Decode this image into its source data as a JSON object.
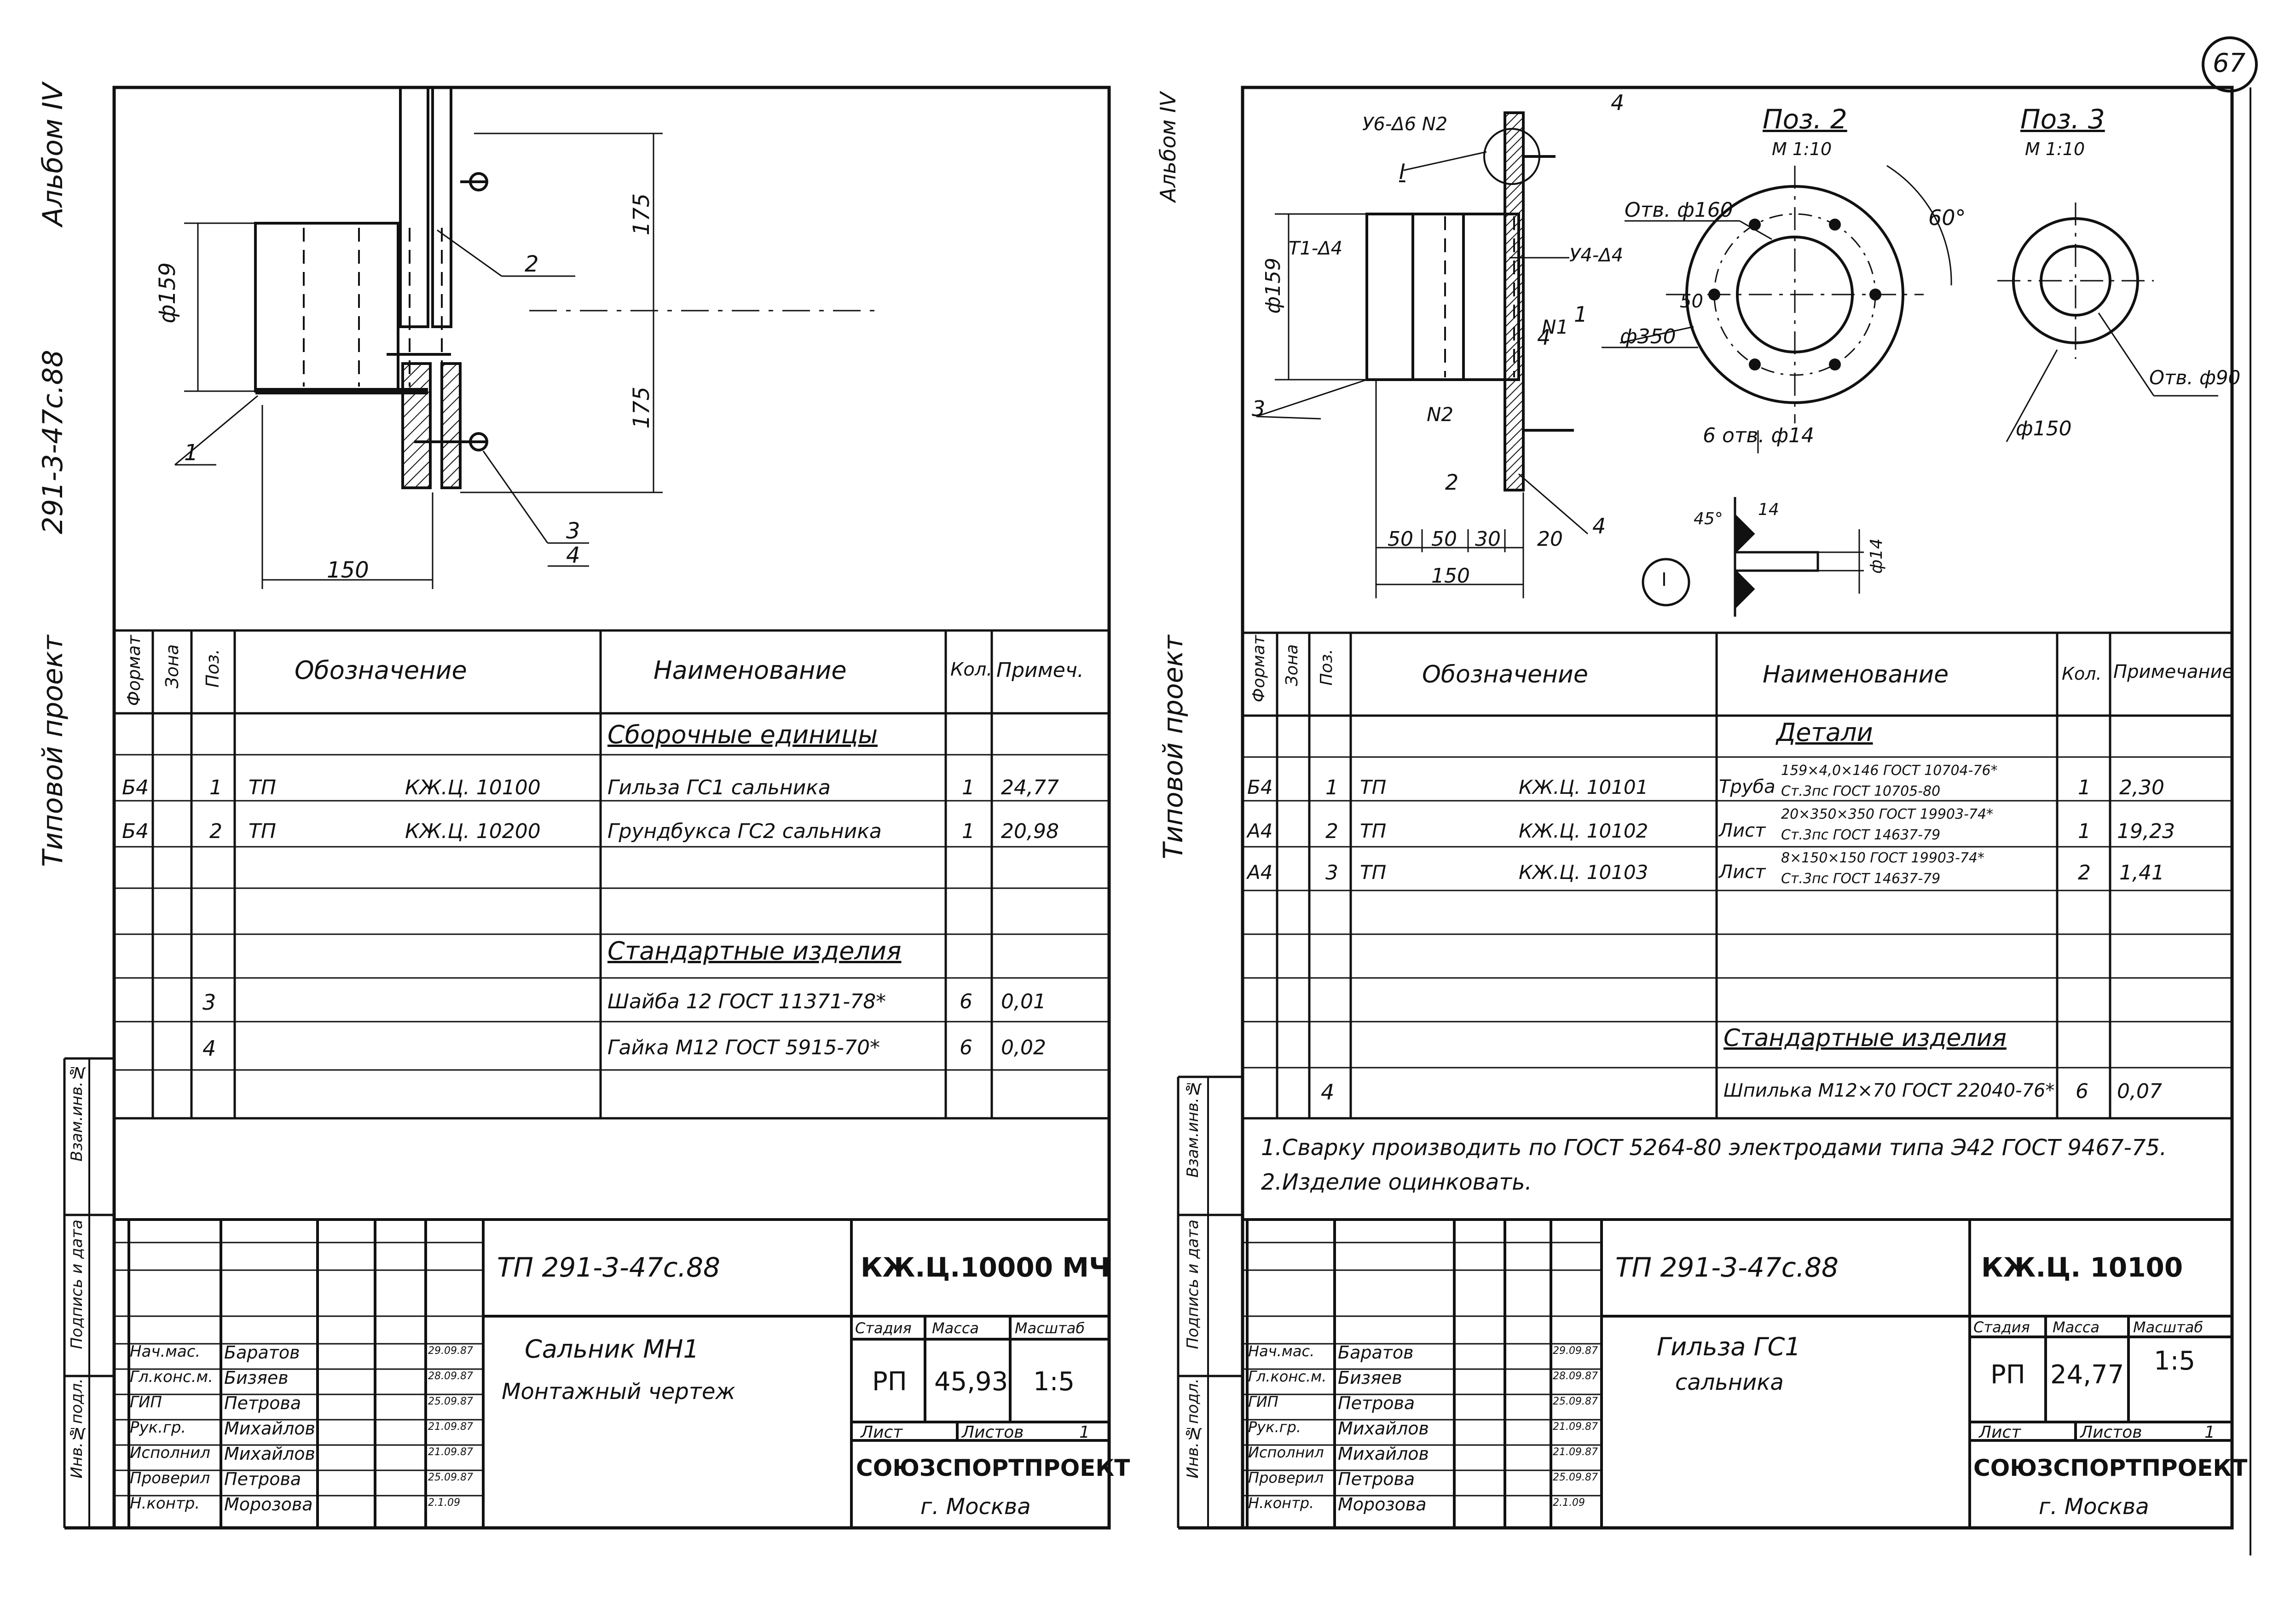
{
  "page_number": "67",
  "left": {
    "margin_album": "Альбом IV",
    "margin_code": "291-3-47с.88",
    "margin_project": "Типовой проект",
    "margin_stamp": [
      "Инв.№подл.",
      "Подпись и дата",
      "Взам.инв.№"
    ],
    "drawing": {
      "dia": "ф159",
      "dim_top": "175",
      "dim_bottom": "175",
      "dim_width": "150",
      "callouts": [
        "1",
        "2",
        "3",
        "4"
      ]
    },
    "spec": {
      "headers": [
        "Формат",
        "Зона",
        "Поз.",
        "Обозначение",
        "Наименование",
        "Кол.",
        "Примеч."
      ],
      "section1": "Сборочные единицы",
      "rows1": [
        {
          "fmt": "Б4",
          "zone": "",
          "pos": "1",
          "code1": "ТП",
          "code2": "КЖ.Ц. 10100",
          "name": "Гильза ГС1 сальника",
          "qty": "1",
          "note": "24,77"
        },
        {
          "fmt": "Б4",
          "zone": "",
          "pos": "2",
          "code1": "ТП",
          "code2": "КЖ.Ц. 10200",
          "name": "Грундбукса ГС2 сальника",
          "qty": "1",
          "note": "20,98"
        }
      ],
      "section2": "Стандартные изделия",
      "rows2": [
        {
          "pos": "3",
          "name": "Шайба 12 ГОСТ 11371-78*",
          "qty": "6",
          "note": "0,01"
        },
        {
          "pos": "4",
          "name": "Гайка М12 ГОСТ 5915-70*",
          "qty": "6",
          "note": "0,02"
        }
      ]
    },
    "title_block": {
      "project": "ТП 291-3-47с.88",
      "doc_code": "КЖ.Ц.10000 МЧ",
      "title_line1": "Сальник МН1",
      "title_line2": "Монтажный чертеж",
      "roles": [
        "Нач.мас.",
        "Гл.конс.м.",
        "ГИП",
        "Рук.гр.",
        "Исполнил",
        "Проверил",
        "Н.контр."
      ],
      "names": [
        "Баратов",
        "Бизяев",
        "Петрова",
        "Михайлов",
        "Михайлов",
        "Петрова",
        "Морозова"
      ],
      "dates": [
        "29.09.87",
        "28.09.87",
        "25.09.87",
        "21.09.87",
        "21.09.87",
        "25.09.87",
        "2.1.09"
      ],
      "stage_label": "Стадия",
      "mass_label": "Масса",
      "scale_label": "Масштаб",
      "stage": "РП",
      "mass": "45,93",
      "scale": "1:5",
      "sheet_label": "Лист",
      "sheets_label": "Листов",
      "sheets": "1",
      "org": "СОЮЗСПОРТПРОЕКТ",
      "city": "г. Москва"
    }
  },
  "right": {
    "margin_album": "Альбом IV",
    "margin_project": "Типовой проект",
    "margin_stamp": [
      "Инв.№подл.",
      "Подпись и дата",
      "Взам.инв.№"
    ],
    "drawing": {
      "weld1": "У6-Δ6 N2",
      "weld2": "Т1-Δ4",
      "weld3": "У4-Δ4",
      "view_mark": "I",
      "n1": "N1",
      "n2": "N2",
      "dia": "ф159",
      "dims": [
        "50",
        "50",
        "30",
        "20"
      ],
      "total": "150",
      "pos2_title": "Поз. 2",
      "pos2_scale": "М 1:10",
      "pos3_title": "Поз. 3",
      "pos3_scale": "М 1:10",
      "angle": "60°",
      "hole160": "Отв. ф160",
      "d50": "50",
      "d350": "ф350",
      "holes": "6 отв. ф14",
      "hole90": "Отв. ф90",
      "d150": "ф150",
      "detail_45": "45°",
      "detail_14": "14",
      "detail_d14": "ф14",
      "callouts": [
        "1",
        "2",
        "3",
        "4",
        "4",
        "4"
      ]
    },
    "spec": {
      "headers": [
        "Формат",
        "Зона",
        "Поз.",
        "Обозначение",
        "Наименование",
        "Кол.",
        "Примечание"
      ],
      "section1": "Детали",
      "rows1": [
        {
          "fmt": "Б4",
          "pos": "1",
          "code1": "ТП",
          "code2": "КЖ.Ц. 10101",
          "name_a": "Труба",
          "name_b": "159×4,0×146 ГОСТ 10704-76*",
          "name_c": "Ст.3пс ГОСТ 10705-80",
          "qty": "1",
          "note": "2,30"
        },
        {
          "fmt": "А4",
          "pos": "2",
          "code1": "ТП",
          "code2": "КЖ.Ц. 10102",
          "name_a": "Лист",
          "name_b": "20×350×350 ГОСТ 19903-74*",
          "name_c": "Ст.3пс ГОСТ 14637-79",
          "qty": "1",
          "note": "19,23"
        },
        {
          "fmt": "А4",
          "pos": "3",
          "code1": "ТП",
          "code2": "КЖ.Ц. 10103",
          "name_a": "Лист",
          "name_b": "8×150×150 ГОСТ 19903-74*",
          "name_c": "Ст.3пс ГОСТ 14637-79",
          "qty": "2",
          "note": "1,41"
        }
      ],
      "section2": "Стандартные изделия",
      "rows2": [
        {
          "pos": "4",
          "name": "Шпилька М12×70 ГОСТ 22040-76*",
          "qty": "6",
          "note": "0,07"
        }
      ]
    },
    "notes": [
      "1.Сварку производить по ГОСТ 5264-80 электродами типа Э42 ГОСТ 9467-75.",
      "2.Изделие оцинковать."
    ],
    "title_block": {
      "project": "ТП 291-3-47с.88",
      "doc_code": "КЖ.Ц. 10100",
      "title_line1": "Гильза ГС1",
      "title_line2": "сальника",
      "roles": [
        "Нач.мас.",
        "Гл.конс.м.",
        "ГИП",
        "Рук.гр.",
        "Исполнил",
        "Проверил",
        "Н.контр."
      ],
      "names": [
        "Баратов",
        "Бизяев",
        "Петрова",
        "Михайлов",
        "Михайлов",
        "Петрова",
        "Морозова"
      ],
      "dates": [
        "29.09.87",
        "28.09.87",
        "25.09.87",
        "21.09.87",
        "21.09.87",
        "25.09.87",
        "2.1.09"
      ],
      "stage_label": "Стадия",
      "mass_label": "Масса",
      "scale_label": "Масштаб",
      "stage": "РП",
      "mass": "24,77",
      "scale": "1:5",
      "sheet_label": "Лист",
      "sheets_label": "Листов",
      "sheets": "1",
      "org": "СОЮЗСПОРТПРОЕКТ",
      "city": "г. Москва"
    }
  }
}
